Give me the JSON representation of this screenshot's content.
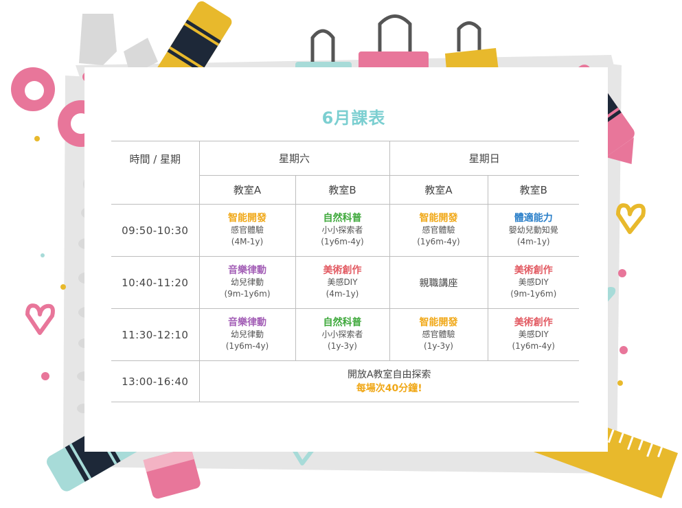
{
  "title": "6月課表",
  "table": {
    "corner_header": "時間 / 星期",
    "days": [
      "星期六",
      "星期日"
    ],
    "rooms": [
      "教室A",
      "教室B",
      "教室A",
      "教室B"
    ],
    "rows": [
      {
        "time": "09:50-10:30",
        "cells": [
          {
            "name": "智能開發",
            "sub": "感官體驗",
            "age": "(4M-1y)",
            "color": "#f0a818"
          },
          {
            "name": "自然科普",
            "sub": "小小探索者",
            "age": "(1y6m-4y)",
            "color": "#3da83a"
          },
          {
            "name": "智能開發",
            "sub": "感官體驗",
            "age": "(1y6m-4y)",
            "color": "#f0a818"
          },
          {
            "name": "體適能力",
            "sub": "嬰幼兒動知覺",
            "age": "(4m-1y)",
            "color": "#2a7fc9"
          }
        ]
      },
      {
        "time": "10:40-11:20",
        "cells": [
          {
            "name": "音樂律動",
            "sub": "幼兒律動",
            "age": "(9m-1y6m)",
            "color": "#a35fb6"
          },
          {
            "name": "美術創作",
            "sub": "美感DIY",
            "age": "(4m-1y)",
            "color": "#e25a62"
          },
          {
            "plain": "親職講座"
          },
          {
            "name": "美術創作",
            "sub": "美感DIY",
            "age": "(9m-1y6m)",
            "color": "#e25a62"
          }
        ]
      },
      {
        "time": "11:30-12:10",
        "cells": [
          {
            "name": "音樂律動",
            "sub": "幼兒律動",
            "age": "(1y6m-4y)",
            "color": "#a35fb6"
          },
          {
            "name": "自然科普",
            "sub": "小小探索者",
            "age": "(1y-3y)",
            "color": "#3da83a"
          },
          {
            "name": "智能開發",
            "sub": "感官體驗",
            "age": "(1y-3y)",
            "color": "#f0a818"
          },
          {
            "name": "美術創作",
            "sub": "美感DIY",
            "age": "(1y6m-4y)",
            "color": "#e25a62"
          }
        ]
      }
    ],
    "last_row": {
      "time": "13:00-16:40",
      "line1": "開放A教室自由探索",
      "line2": "每場次40分鐘!"
    }
  },
  "palette": {
    "pink": "#e8769a",
    "yellow": "#e8b92c",
    "teal": "#a7dbd8",
    "navy": "#1d2838",
    "gray": "#e4e4e4",
    "title": "#7ccfd1"
  }
}
